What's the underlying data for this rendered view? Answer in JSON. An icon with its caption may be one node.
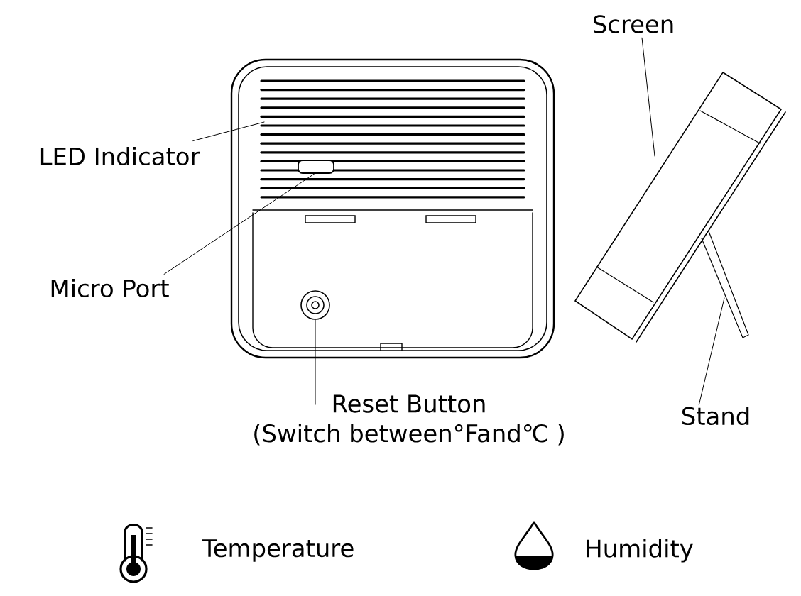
{
  "diagram": {
    "nodes": [
      {
        "text": [
          "LED Indicator"
        ]
      },
      {
        "text": [
          "Micro Port"
        ]
      },
      {
        "text": [
          "Reset Button",
          "(Switch between°Fand℃ )"
        ]
      },
      {
        "text": [
          "Screen"
        ]
      },
      {
        "text": [
          "Stand"
        ]
      },
      {
        "text": [],
        "shape": "circle"
      }
    ],
    "edges": [
      {
        "from": 0,
        "to": null,
        "arrow": "none"
      },
      {
        "from": 1,
        "to": null,
        "arrow": "none"
      },
      {
        "from": 2,
        "to": 5,
        "arrow": "none"
      },
      {
        "from": 3,
        "to": null,
        "arrow": "none"
      },
      {
        "from": 4,
        "to": null,
        "arrow": "none"
      }
    ],
    "labels": [
      "Temperature",
      "Humidity"
    ]
  }
}
